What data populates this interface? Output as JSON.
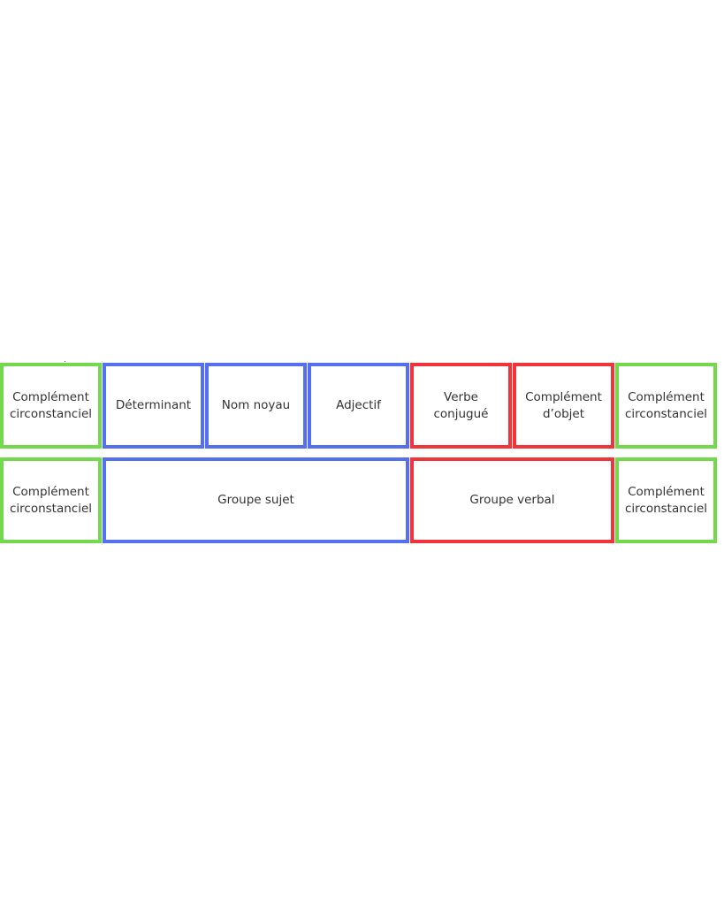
{
  "colors": {
    "circonstanciel": "#72d94d",
    "sujet": "#5470f0",
    "verbal": "#f0343a"
  },
  "row1": {
    "cc_left": "Complément\ncirconstanciel",
    "determinant": "Déterminant",
    "nom_noyau": "Nom noyau",
    "adjectif": "Adjectif",
    "verbe_conjugue": "Verbe\nconjugué",
    "complement_objet": "Complément\nd’objet",
    "cc_right": "Complément\ncirconstanciel"
  },
  "row2": {
    "cc_left": "Complément\ncirconstanciel",
    "groupe_sujet": "Groupe sujet",
    "groupe_verbal": "Groupe verbal",
    "cc_right": "Complément\ncirconstanciel"
  }
}
